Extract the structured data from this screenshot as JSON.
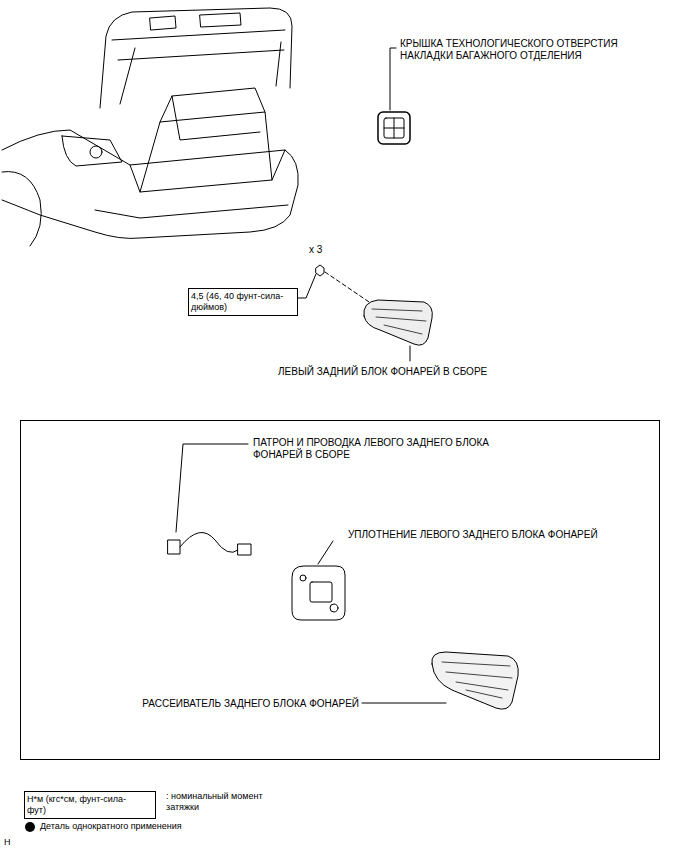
{
  "diagram": {
    "nodes": [
      {
        "text": [
          "4,5 (46, 40 фунт-сила-дюймов)"
        ]
      },
      {
        "text": [
          "ПАТРОН И ПРОВОДКА ЛЕВОГО ЗАДНЕГО БЛОКА ФОНАРЕЙ В СБОРЕ",
          "УПЛОТНЕНИЕ ЛЕВОГО ЗАДНЕГО БЛОКА ФОНАРЕЙ",
          "РАССЕИВАТЕЛЬ ЗАДНЕГО БЛОКА ФОНАРЕЙ"
        ]
      },
      {
        "text": [
          "Н*м (кгс*см, фунт-сила-фут)"
        ]
      }
    ],
    "labels": [
      "КРЫШКА ТЕХНОЛОГИЧЕСКОГО ОТВЕРСТИЯ НАКЛАДКИ БАГАЖНОГО ОТДЕЛЕНИЯ",
      "x 3",
      "ЛЕВЫЙ ЗАДНИЙ БЛОК ФОНАРЕЙ В СБОРЕ",
      "H"
    ],
    "legend": [
      {
        "text": ": номинальный момент затяжки"
      },
      {
        "text": "Деталь однократного применения",
        "color": "#000000"
      }
    ]
  }
}
